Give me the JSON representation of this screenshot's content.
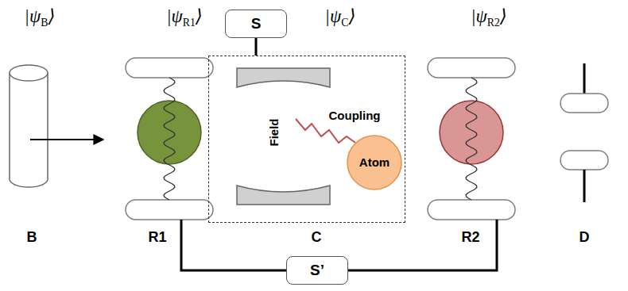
{
  "diagram": {
    "nodes": [
      {
        "text": [
          "S"
        ]
      },
      {
        "text": [
          "Field",
          "Coupling"
        ]
      },
      {
        "text": [
          "Atom"
        ],
        "in": 1
      },
      {
        "text": [
          "S’"
        ]
      }
    ],
    "edges": [
      {
        "from": 0,
        "to": 1,
        "arrow": "none"
      }
    ],
    "labels": [
      "|ψB⟩",
      "|ψR1⟩",
      "|ψC⟩",
      "|ψR2⟩",
      "B",
      "R1",
      "C",
      "R2",
      "D"
    ]
  }
}
